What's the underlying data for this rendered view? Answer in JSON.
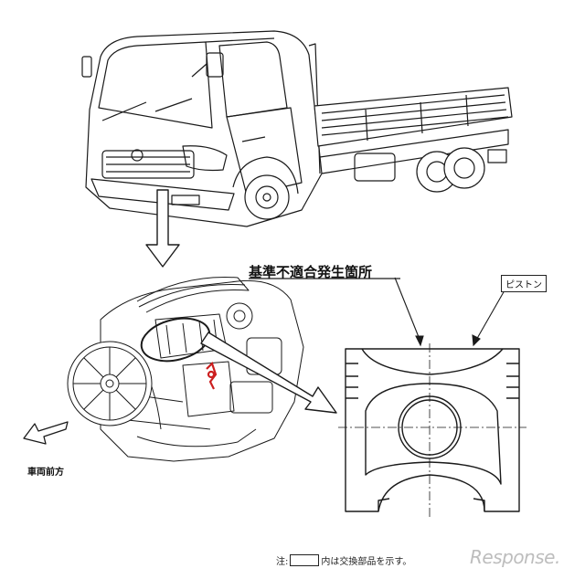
{
  "callouts": {
    "nonconformance_location": "基準不適合発生箇所",
    "piston": "ピストン",
    "vehicle_front": "車両前方"
  },
  "note": {
    "prefix": "注:",
    "suffix": "内は交換部品を示す。"
  },
  "watermark": {
    "brand": "Response."
  },
  "colors": {
    "line": "#1a1a1a",
    "highlight": "#cc1f1f",
    "watermark": "#bdbdbd"
  }
}
